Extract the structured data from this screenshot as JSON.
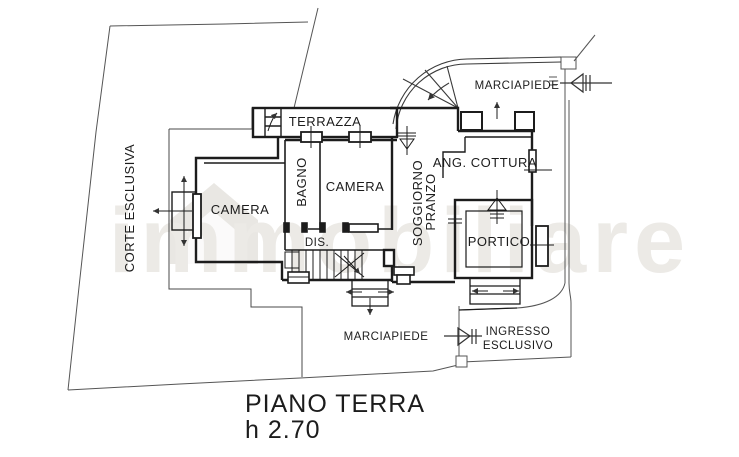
{
  "plan": {
    "site_labels": {
      "corte": "CORTE ESCLUSIVA",
      "marciapiede_top": "MARCIAPIEDE",
      "marciapiede_bottom": "MARCIAPIEDE",
      "ingresso_line1": "INGRESSO",
      "ingresso_line2": "ESCLUSIVO"
    },
    "room_labels": {
      "terrazza": "TERRAZZA",
      "camera_left": "CAMERA",
      "bagno": "BAGNO",
      "camera_right": "CAMERA",
      "ang_cottura": "ANG. COTTURA",
      "soggiorno_line1": "SOGGIORNO",
      "soggiorno_line2": "PRANZO",
      "dis": "DIS.",
      "portico": "PORTICO"
    },
    "title": {
      "floor": "PIANO TERRA",
      "height": "h 2.70"
    },
    "watermark": "immobiliare",
    "colors": {
      "ink": "#1c1c1c",
      "site_line": "#555555",
      "watermark_text": "#eceae6",
      "watermark_house": "#cfc9c2",
      "background": "#ffffff"
    }
  }
}
